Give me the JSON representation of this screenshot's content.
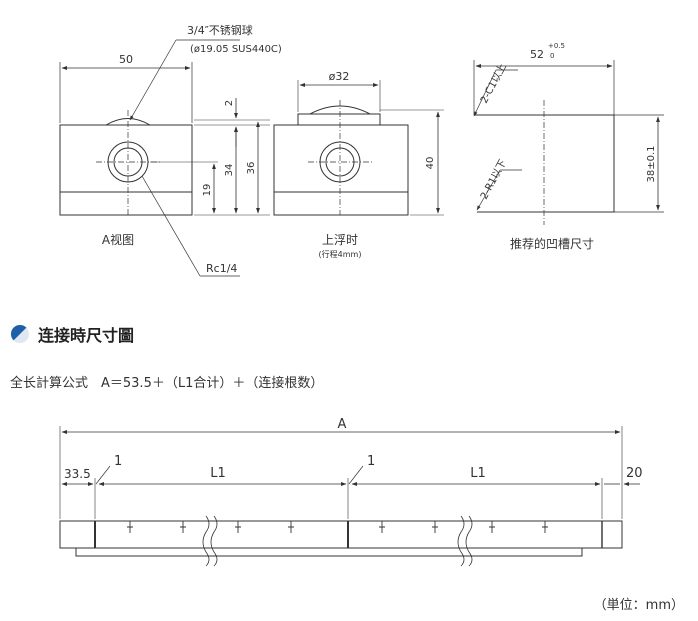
{
  "top_views": {
    "a_view": {
      "callout_ball": "3/4″不锈钢球",
      "callout_ball_spec": "(ø19.05 SUS440C)",
      "dim_width": "50",
      "dim_top": "2",
      "dim_center": "19",
      "dim_mid": "34",
      "dim_height": "36",
      "thread": "Rc1/4",
      "caption": "A视图"
    },
    "float_view": {
      "dim_ball": "ø32",
      "dim_height": "40",
      "caption": "上浮时",
      "subcaption": "(行程4mm)"
    },
    "groove_view": {
      "dim_width": "52",
      "dim_width_tol": "+0.5\n0",
      "chamfer_top": "2-C1以上",
      "chamfer_bottom": "2-R1以下",
      "dim_depth": "38±0.1",
      "caption": "推荐的凹槽尺寸"
    }
  },
  "section": {
    "title": "连接時尺寸圖",
    "formula": "全长計算公式　A＝53.5＋（L1合计）＋（连接根数）"
  },
  "bottom_view": {
    "dim_total": "A",
    "dim_left": "33.5",
    "dim_gap1": "1",
    "dim_l1_first": "L1",
    "dim_gap2": "1",
    "dim_l1_second": "L1",
    "dim_right": "20"
  },
  "unit_note": "（単位：mm）",
  "colors": {
    "line": "#333333",
    "icon_blue": "#1f5fa8"
  }
}
